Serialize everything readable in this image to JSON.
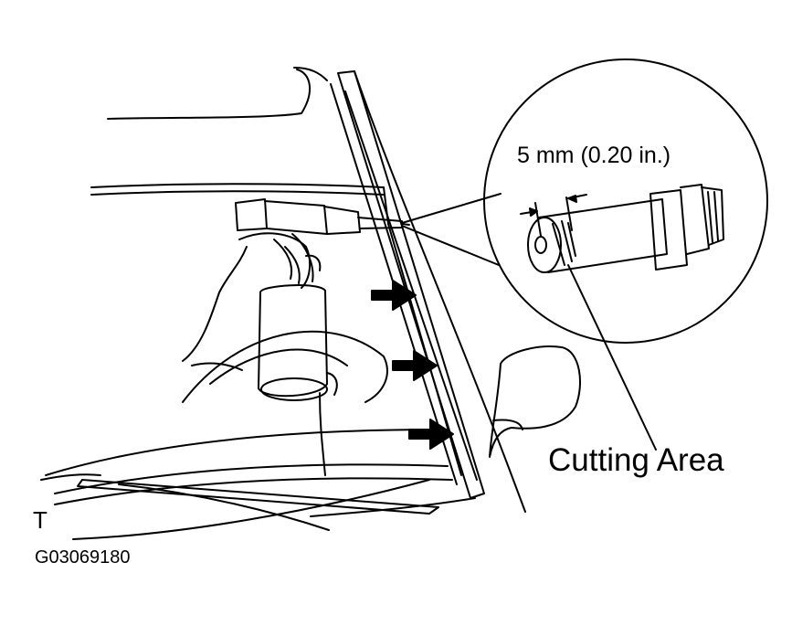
{
  "labels": {
    "dimension": "5 mm (0.20 in.)",
    "cutting_area": "Cutting Area",
    "view_marker": "T",
    "figure_code": "G03069180"
  },
  "colors": {
    "line": "#000000",
    "background": "#ffffff"
  }
}
